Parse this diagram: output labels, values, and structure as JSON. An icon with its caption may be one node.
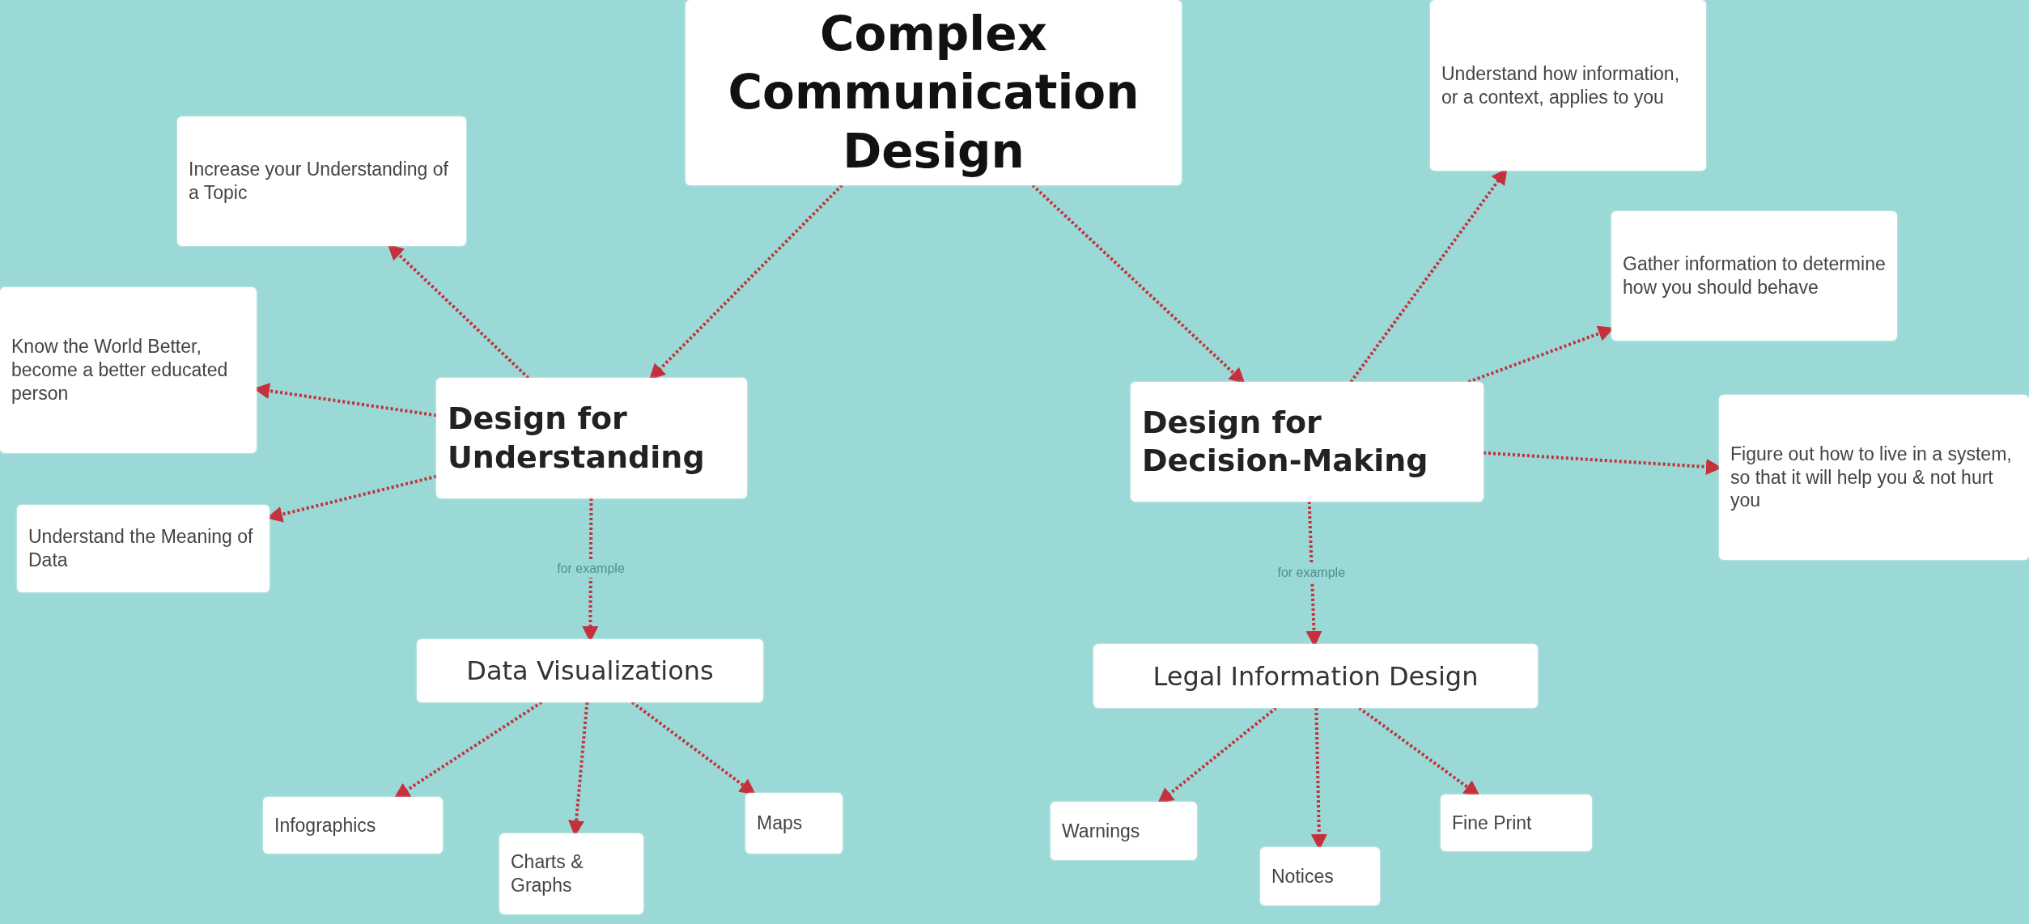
{
  "diagram": {
    "nodes": [
      {
        "text": [
          "Complex Communication Design"
        ]
      },
      {
        "text": [
          "Design for Understanding"
        ]
      },
      {
        "text": [
          "Design for Decision-Making"
        ]
      },
      {
        "text": [
          "Increase your Understanding of a Topic"
        ]
      },
      {
        "text": [
          "Know the World Better, become a better educated person"
        ]
      },
      {
        "text": [
          "Understand the Meaning of Data"
        ]
      },
      {
        "text": [
          "Data Visualizations"
        ]
      },
      {
        "text": [
          "Infographics"
        ]
      },
      {
        "text": [
          "Charts & Graphs"
        ]
      },
      {
        "text": [
          "Maps"
        ]
      },
      {
        "text": [
          "Understand how information, or a context, applies to you"
        ]
      },
      {
        "text": [
          "Gather information to determine how you should behave"
        ]
      },
      {
        "text": [
          "Figure out how to live in a system, so that it will help you & not hurt you"
        ]
      },
      {
        "text": [
          "Legal Information Design"
        ]
      },
      {
        "text": [
          "Warnings"
        ]
      },
      {
        "text": [
          "Notices"
        ]
      },
      {
        "text": [
          "Fine Print"
        ]
      }
    ],
    "edges": [
      {
        "from": 0,
        "to": 1,
        "arrow": "to"
      },
      {
        "from": 0,
        "to": 2,
        "arrow": "to"
      },
      {
        "from": 1,
        "to": 3,
        "arrow": "to"
      },
      {
        "from": 1,
        "to": 4,
        "arrow": "to"
      },
      {
        "from": 1,
        "to": 5,
        "arrow": "to"
      },
      {
        "from": 1,
        "to": 6,
        "arrow": "to",
        "label": "for example"
      },
      {
        "from": 6,
        "to": 7,
        "arrow": "to"
      },
      {
        "from": 6,
        "to": 8,
        "arrow": "to"
      },
      {
        "from": 6,
        "to": 9,
        "arrow": "to"
      },
      {
        "from": 2,
        "to": 10,
        "arrow": "to"
      },
      {
        "from": 2,
        "to": 11,
        "arrow": "to"
      },
      {
        "from": 2,
        "to": 12,
        "arrow": "to"
      },
      {
        "from": 2,
        "to": 13,
        "arrow": "to",
        "label": "for example"
      },
      {
        "from": 13,
        "to": 14,
        "arrow": "to"
      },
      {
        "from": 13,
        "to": 15,
        "arrow": "to"
      },
      {
        "from": 13,
        "to": 16,
        "arrow": "to"
      }
    ]
  }
}
